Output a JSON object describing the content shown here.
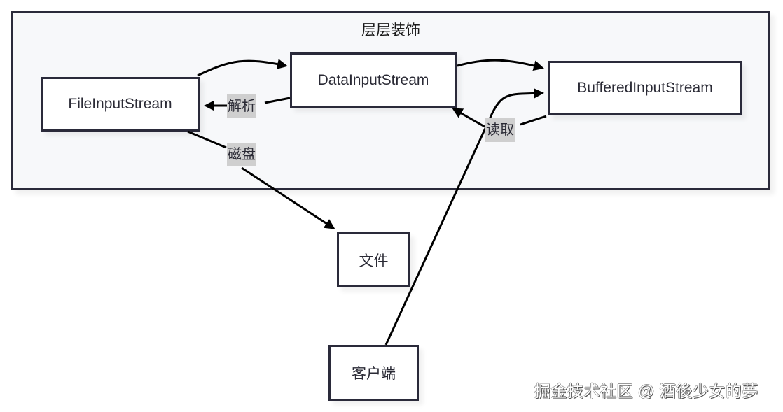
{
  "diagram": {
    "container": {
      "title": "层层装饰"
    },
    "nodes": {
      "file_input_stream": "FileInputStream",
      "data_input_stream": "DataInputStream",
      "buffered_input_stream": "BufferedInputStream",
      "file": "文件",
      "client": "客户端"
    },
    "edge_labels": {
      "parse": "解析",
      "disk": "磁盘",
      "read": "读取"
    },
    "edges": [
      {
        "from": "FileInputStream",
        "to": "DataInputStream",
        "label": ""
      },
      {
        "from": "DataInputStream",
        "to": "BufferedInputStream",
        "label": ""
      },
      {
        "from": "DataInputStream",
        "to": "FileInputStream",
        "label": "解析"
      },
      {
        "from": "BufferedInputStream",
        "to": "DataInputStream",
        "label": "读取"
      },
      {
        "from": "FileInputStream",
        "to": "文件",
        "label": "磁盘"
      },
      {
        "from": "客户端",
        "to": "BufferedInputStream",
        "label": ""
      }
    ]
  },
  "watermark": "掘金技术社区 @ 酒後少女的夢"
}
